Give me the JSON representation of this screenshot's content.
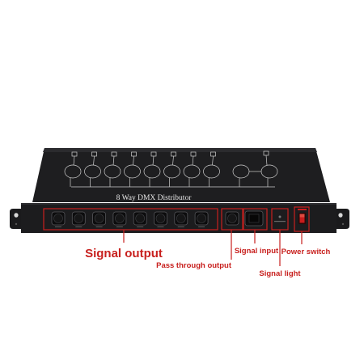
{
  "product": {
    "panel_title": "8 Way DMX Distributor",
    "output_count": 8
  },
  "callouts": {
    "signal_output": "Signal output",
    "pass_through_output": "Pass through output",
    "signal_input": "Signal input",
    "signal_light": "Signal light",
    "power_switch": "Power switch"
  },
  "colors": {
    "callout_red": "#c8201e",
    "body_dark": "#1c1c1e",
    "panel_line": "#cfcfcf"
  }
}
